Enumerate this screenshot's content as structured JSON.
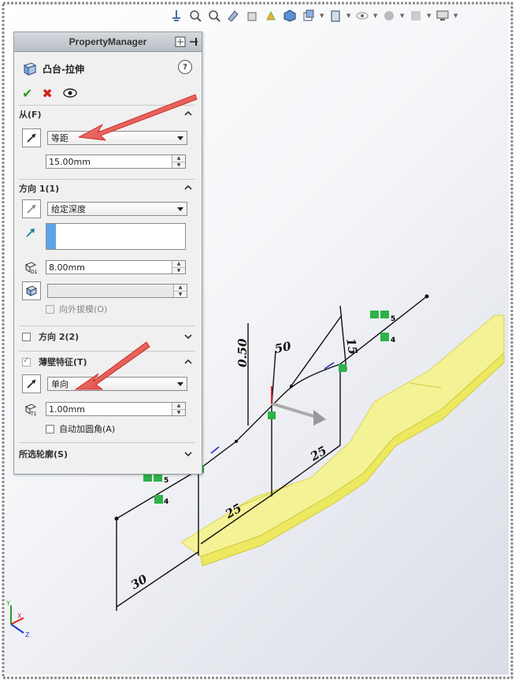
{
  "property_manager": {
    "title": "PropertyManager",
    "feature_name": "凸台-拉伸",
    "help": "?",
    "from": {
      "label": "从(F)",
      "condition": "等距",
      "offset": "15.00mm"
    },
    "direction1": {
      "label": "方向 1(1)",
      "end_condition": "给定深度",
      "depth": "8.00mm",
      "draft_label": "向外拔模(O)"
    },
    "direction2": {
      "label": "方向 2(2)"
    },
    "thin_feature": {
      "label": "薄壁特征(T)",
      "type": "单向",
      "thickness": "1.00mm",
      "auto_fillet_label": "自动加圆角(A)"
    },
    "selected_contours": {
      "label": "所选轮廓(S)"
    }
  },
  "sketch_dimensions": {
    "d050": "0.50",
    "d50": "50",
    "d15": "15",
    "d25a": "25",
    "d25b": "25",
    "d30": "30",
    "rel_num_a": "5",
    "rel_num_b": "4",
    "rel_num_c": "5",
    "rel_num_d": "4"
  },
  "axes": {
    "x": "X",
    "y": "Y",
    "z": "Z"
  },
  "colors": {
    "thin_part_fill": "#f4f27a",
    "thin_part_edge": "#d9d24a",
    "relation_green": "#2db34a",
    "annotation_arrow": "#e0342c"
  }
}
